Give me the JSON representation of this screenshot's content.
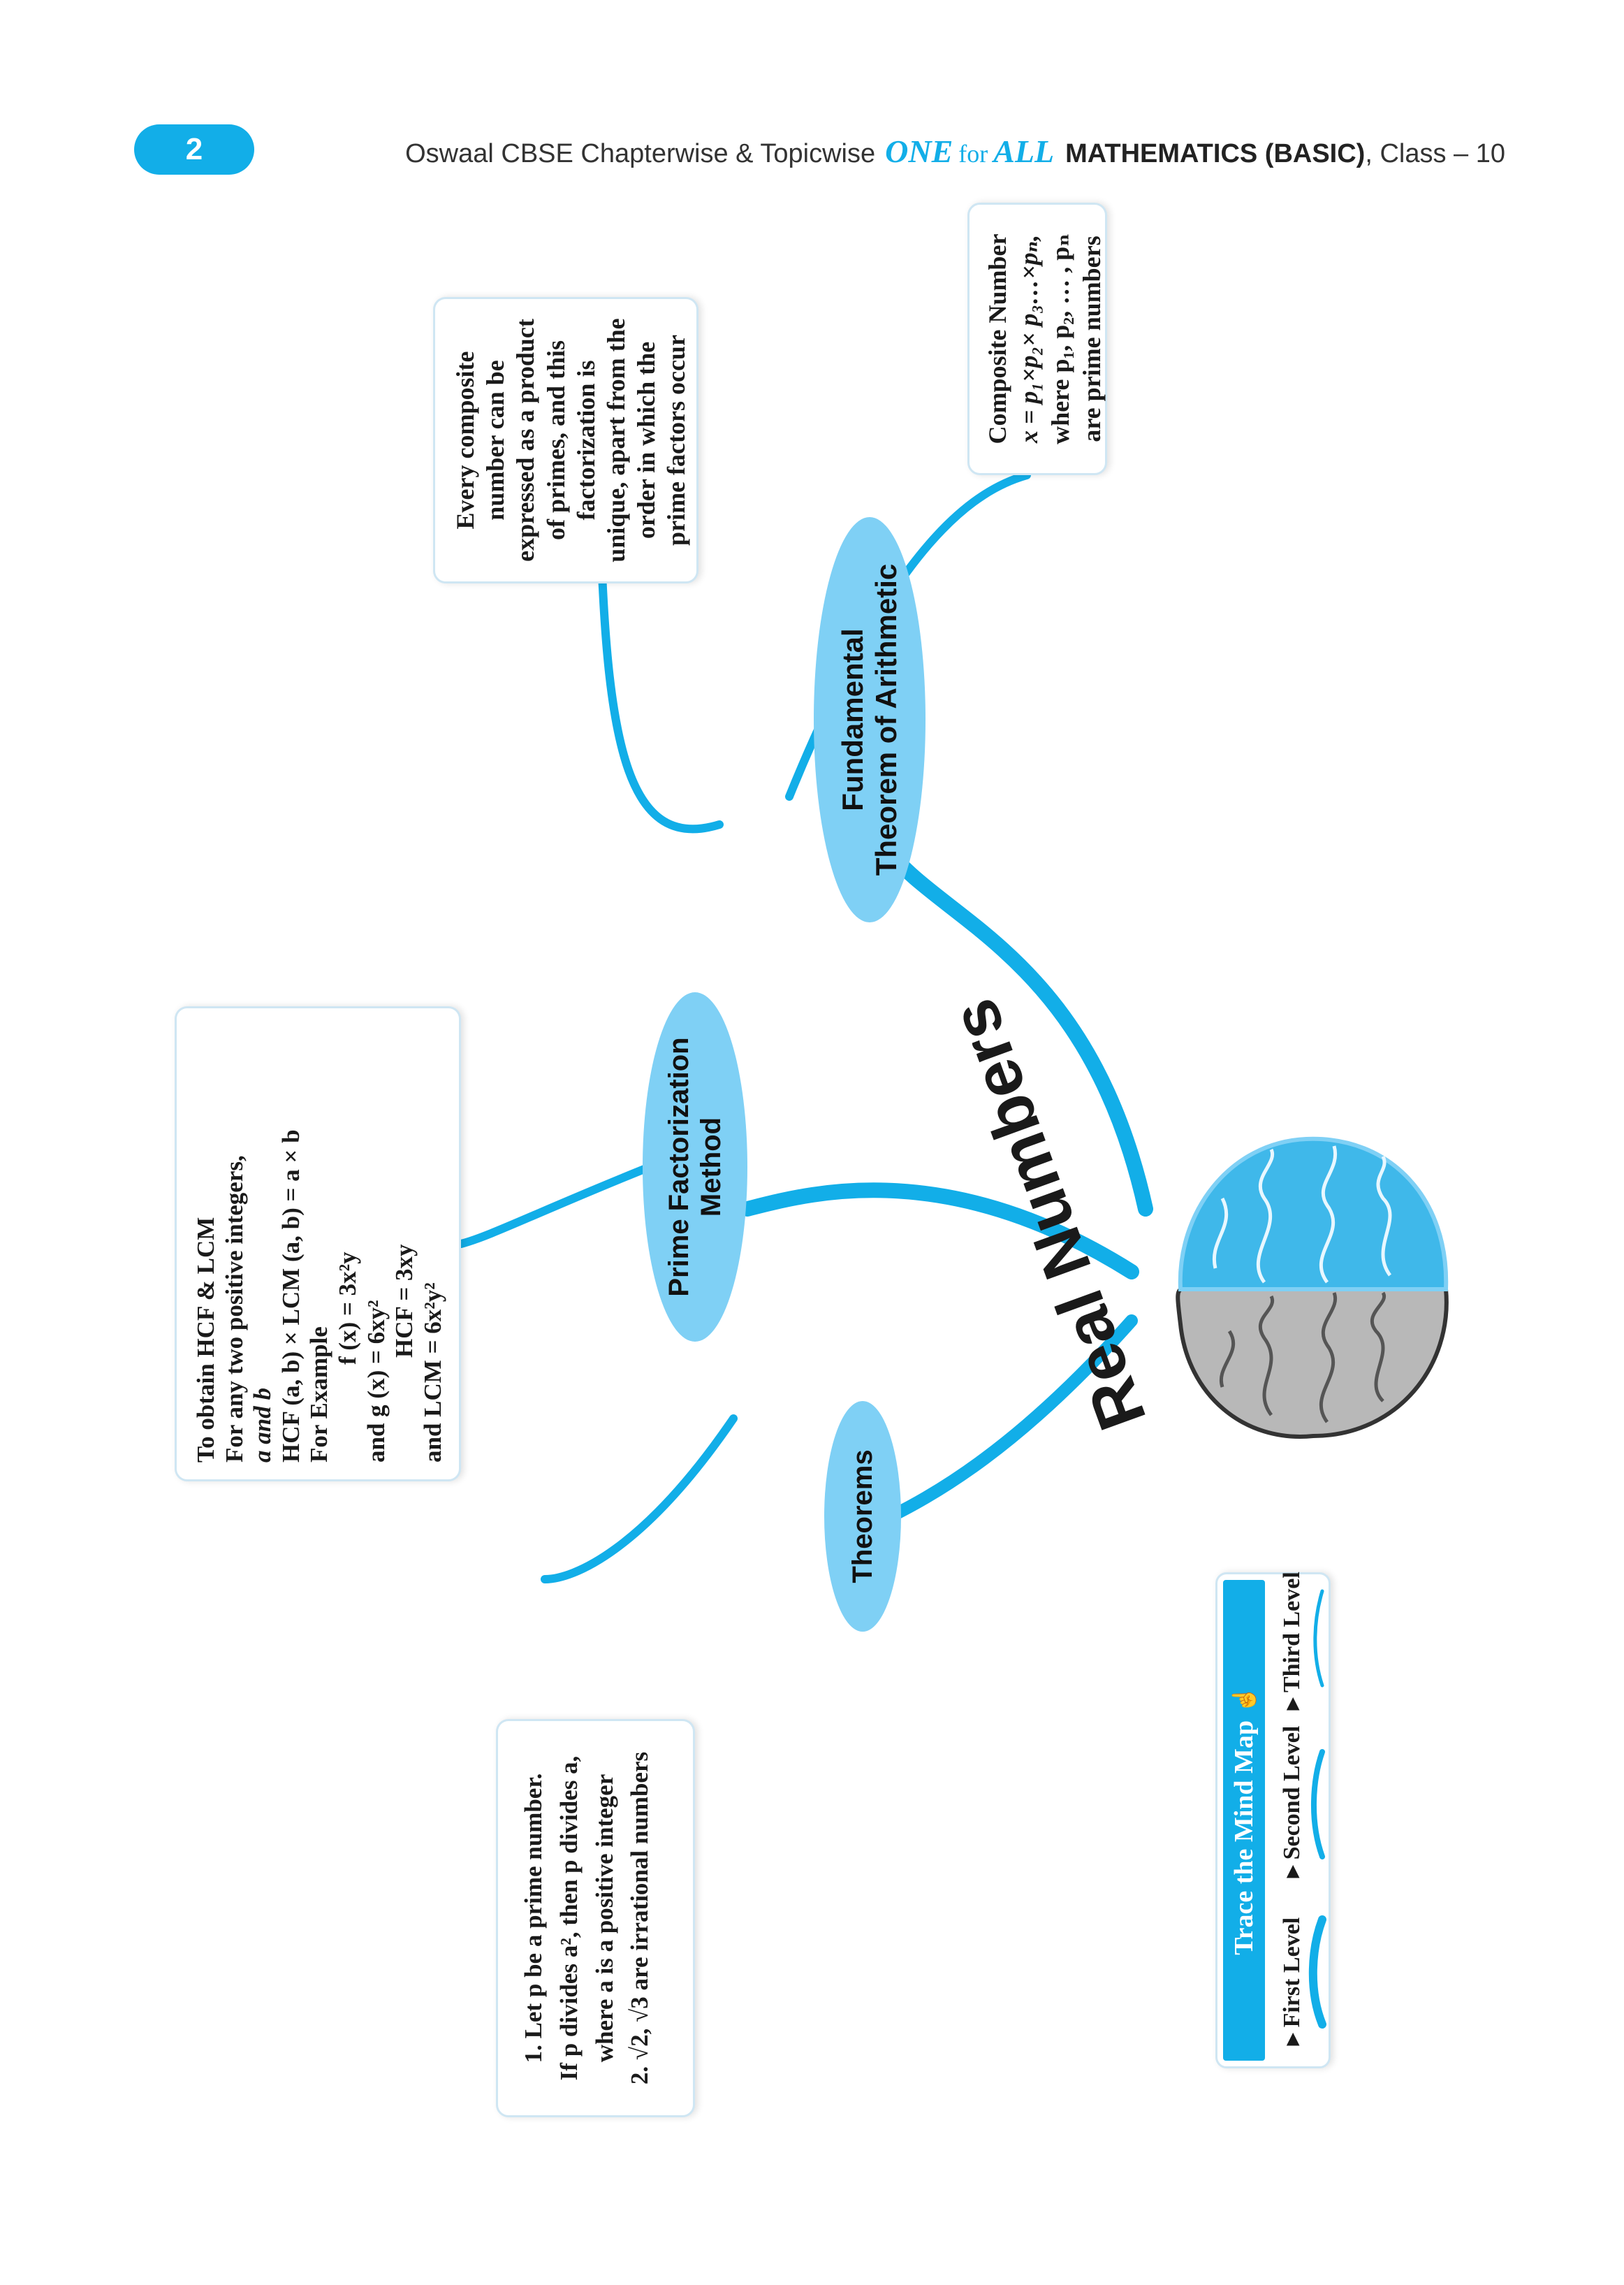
{
  "header": {
    "page_number": "2",
    "publisher_text": "Oswaal CBSE Chapterwise & Topicwise",
    "brand_one": "ONE",
    "brand_for": "for",
    "brand_all": "ALL",
    "subject": "MATHEMATICS (BASIC)",
    "class_text": ", Class – 10"
  },
  "mindmap": {
    "central_topic": "Real Numbers",
    "branches": {
      "theorems": "Theorems",
      "prime_factorization": [
        "Prime Factorization",
        "Method"
      ],
      "fundamental_theorem": [
        "Fundamental",
        "Theorem of Arithmetic"
      ]
    },
    "cards": {
      "theorems": [
        "1. Let p be a prime number.",
        "If p divides a², then p divides a,",
        "where a is a positive integer",
        "2. √2, √3 are irrational numbers"
      ],
      "hcf_lcm": [
        "To obtain HCF & LCM",
        "For any two positive integers,",
        "a and b",
        "HCF (a, b) × LCM (a, b) = a × b",
        "For Example",
        "f (x) = 3x²y",
        "and     g (x) = 6xy²",
        "HCF = 3xy",
        "and  LCM = 6x²y²"
      ],
      "fta_statement": [
        "Every composite",
        "number can be",
        "expressed as a product",
        "of primes, and this",
        "factorization is",
        "unique, apart from the",
        "order in which the",
        "prime factors occur"
      ],
      "composite": [
        "Composite Number",
        "x = p₁×p₂× p₃…×pₙ,",
        "where p₁, p₂, … , pₙ",
        "are prime numbers"
      ]
    },
    "legend": {
      "title": "Trace the  Mind Map",
      "levels": [
        "First Level",
        "Second Level",
        "Third Level"
      ]
    }
  },
  "colors": {
    "accent": "#12aee8",
    "node_fill": "#7fd0f5",
    "card_border": "#cfe6f3",
    "brain_grey": "#9a9a9a"
  }
}
